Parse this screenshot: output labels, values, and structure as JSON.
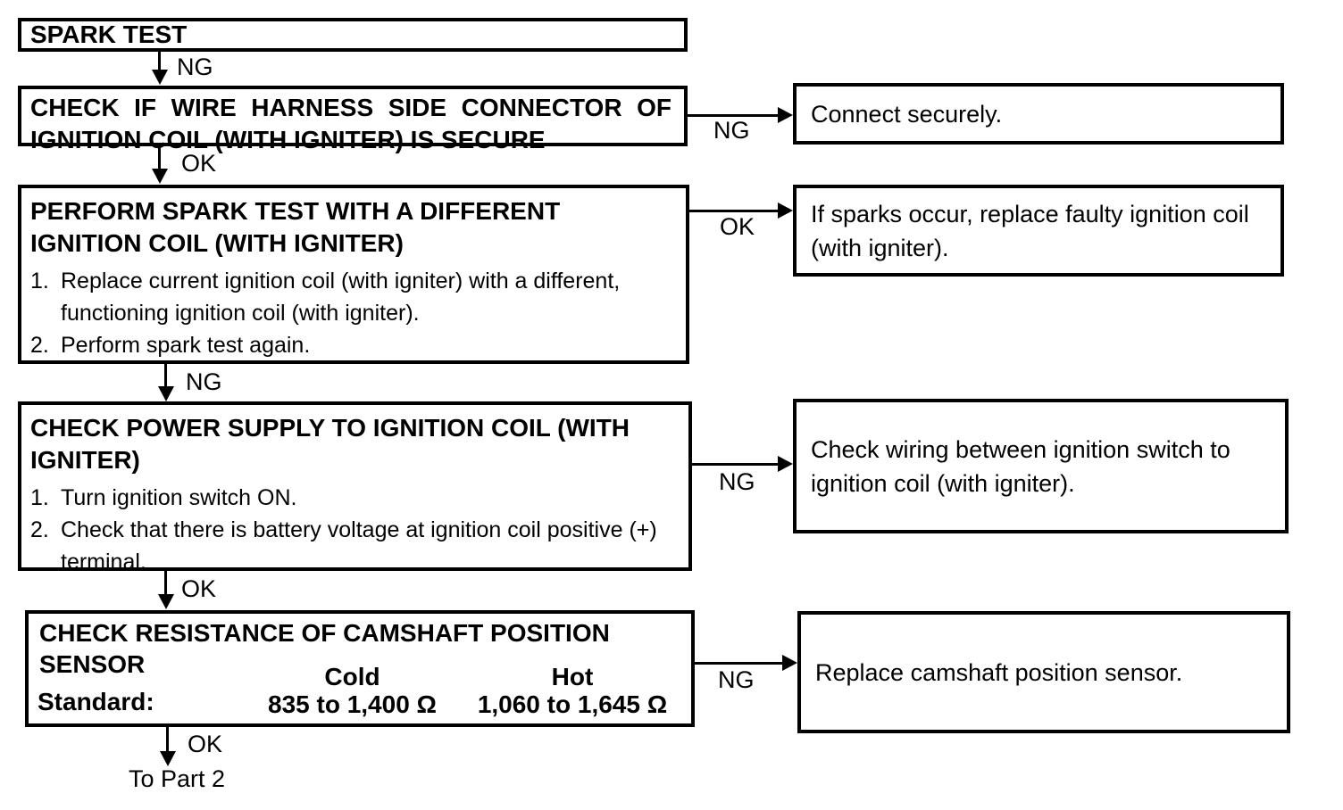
{
  "diagram": {
    "nodes": {
      "spark_test": {
        "title": "SPARK TEST"
      },
      "check_connector": {
        "title": "CHECK IF WIRE HARNESS SIDE CONNECTOR OF IGNITION COIL (WITH IGNITER) IS SECURE"
      },
      "spark_test_different_coil": {
        "title": "PERFORM SPARK TEST WITH A DIFFERENT IGNITION COIL (WITH IGNITER)",
        "steps": [
          {
            "num": "1.",
            "text": "Replace current ignition coil (with igniter) with a different, functioning ignition coil (with igniter)."
          },
          {
            "num": "2.",
            "text": "Perform spark test again."
          }
        ]
      },
      "check_power_supply": {
        "title": "CHECK POWER SUPPLY TO IGNITION COIL (WITH IGNITER)",
        "steps": [
          {
            "num": "1.",
            "text": "Turn ignition switch ON."
          },
          {
            "num": "2.",
            "text": "Check that there is battery voltage at ignition coil positive (+) terminal."
          }
        ]
      },
      "check_camshaft_sensor": {
        "title": "CHECK RESISTANCE OF CAMSHAFT POSITION SENSOR",
        "standard_label": "Standard:",
        "columns": [
          {
            "header": "Cold",
            "value": "835 to 1,400 Ω"
          },
          {
            "header": "Hot",
            "value": "1,060 to 1,645 Ω"
          }
        ]
      },
      "connect_securely": {
        "text": "Connect securely."
      },
      "replace_faulty_coil": {
        "text": "If sparks occur, replace faulty ignition coil (with igniter)."
      },
      "check_wiring": {
        "text": "Check wiring between ignition switch to ignition coil (with igniter)."
      },
      "replace_camshaft_sensor": {
        "text": "Replace camshaft position sensor."
      }
    },
    "edges": {
      "spark_to_connector": "NG",
      "connector_to_connect_securely": "NG",
      "connector_to_spark2": "OK",
      "spark2_to_replace_coil": "OK",
      "spark2_to_power": "NG",
      "power_to_check_wiring": "NG",
      "power_to_camshaft": "OK",
      "camshaft_to_replace_sensor": "NG",
      "camshaft_to_part2": "OK"
    },
    "end_label": "To Part 2"
  },
  "colors": {
    "line": "#000000",
    "background": "#ffffff"
  }
}
